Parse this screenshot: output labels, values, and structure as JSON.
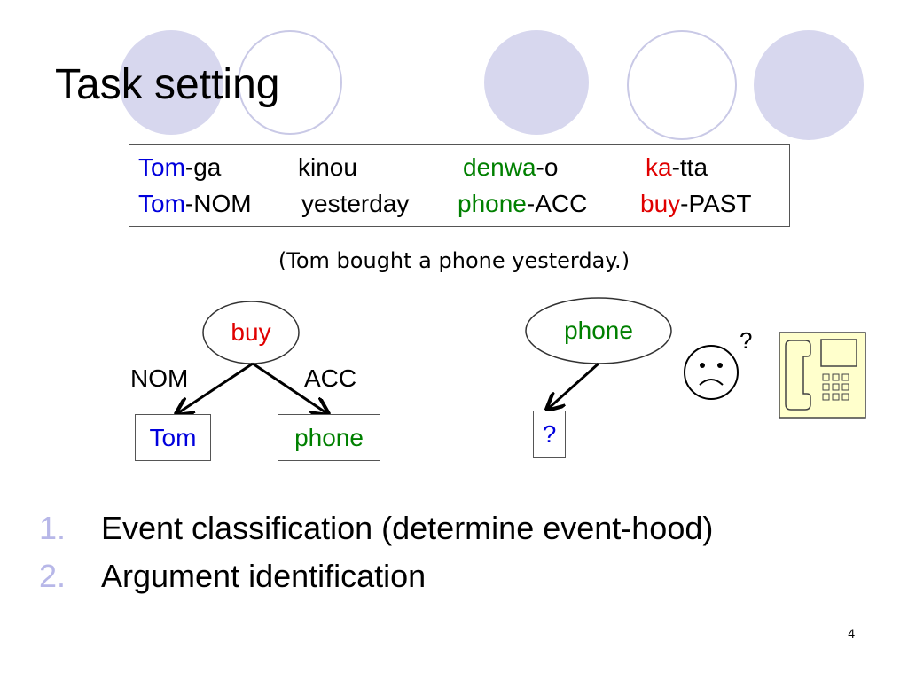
{
  "slide": {
    "title": "Task setting",
    "page_number": "4"
  },
  "example": {
    "line1": [
      {
        "text": "Tom",
        "color": "#0000dd"
      },
      {
        "text": "-ga",
        "color": "#000000"
      },
      {
        "text": "kinou",
        "color": "#000000"
      },
      {
        "text": "denwa",
        "color": "#008000"
      },
      {
        "text": "-o",
        "color": "#000000"
      },
      {
        "text": "ka",
        "color": "#e00000"
      },
      {
        "text": "-tta",
        "color": "#000000"
      }
    ],
    "line2": [
      {
        "text": "Tom",
        "color": "#0000dd"
      },
      {
        "text": "-NOM",
        "color": "#000000"
      },
      {
        "text": "yesterday",
        "color": "#000000"
      },
      {
        "text": "phone",
        "color": "#008000"
      },
      {
        "text": "-ACC",
        "color": "#000000"
      },
      {
        "text": "buy",
        "color": "#e00000"
      },
      {
        "text": "-PAST",
        "color": "#000000"
      }
    ],
    "translation": "(Tom bought a phone yesterday.)"
  },
  "left_tree": {
    "root": "buy",
    "edge_left": "NOM",
    "edge_right": "ACC",
    "child_left": "Tom",
    "child_right": "phone"
  },
  "right_tree": {
    "root": "phone",
    "child": "?"
  },
  "face": {
    "icon": "frowning-face-icon",
    "question_mark": "?"
  },
  "telephone": {
    "icon": "desk-telephone-icon"
  },
  "list": [
    {
      "number": "1.",
      "text": "Event classification (determine event-hood)"
    },
    {
      "number": "2.",
      "text": "Argument identification"
    }
  ],
  "colors": {
    "accent": "#d7d7ee",
    "blue": "#0000dd",
    "green": "#008000",
    "red": "#e00000"
  }
}
